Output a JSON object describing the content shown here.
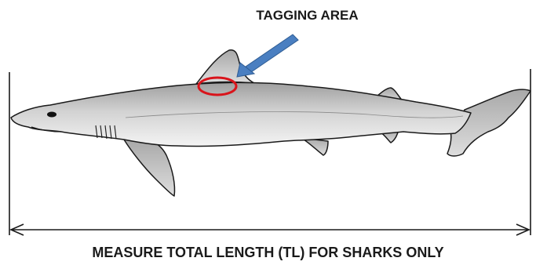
{
  "tagging_label": "TAGGING AREA",
  "measure_label": "MEASURE TOTAL LENGTH (TL) FOR SHARKS ONLY",
  "colors": {
    "outline": "#1a1a1a",
    "arrow": "#4a7fc1",
    "arrow_edge": "#2f5d94",
    "highlight": "#d9141b",
    "body_shade": "#c8c8c8"
  },
  "icons": [
    "shark-drawing",
    "tagging-arrow-icon",
    "tagging-area-ellipse"
  ]
}
